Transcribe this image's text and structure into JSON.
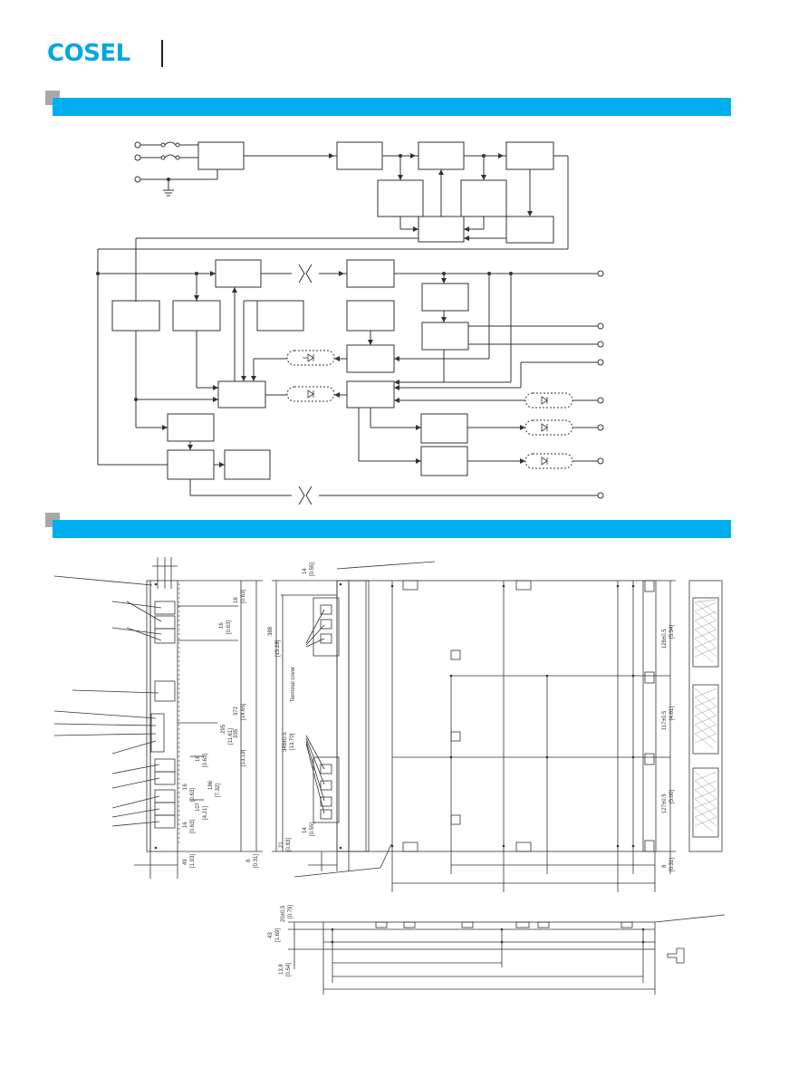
{
  "brand": {
    "name": "COSEL",
    "color": "#00a8e1"
  },
  "colors": {
    "section_bar": "#00aeef",
    "section_tab": "#a8a8a8",
    "line": "#333333"
  },
  "dimensions": {
    "left_view": {
      "d16a": "16",
      "d16a_in": "[0.63]",
      "d16b": "16",
      "d16b_in": "[0.63]",
      "d372": "372",
      "d372_in": "[14.65]",
      "d335": "335",
      "d335_in": "[13.19]",
      "d295": "295",
      "d295_in": "[11.61]",
      "d16c": "16",
      "d16c_in": "[0.63]",
      "d186": "186",
      "d186_in": "[7.32]",
      "d16d": "16",
      "d16d_in": "[0.63]",
      "d107": "107",
      "d107_in": "[4.21]",
      "d16e": "16",
      "d16e_in": "[0.63]",
      "d49": "49",
      "d49_in": "[1.93]",
      "d8": "8",
      "d8_in": "[0.31]"
    },
    "front_view": {
      "d14": "14",
      "d14_in": "[0.55]",
      "d388": "388",
      "d388_in": "[15.28]",
      "d348": "348±0.5",
      "d348_in": "[13.70]",
      "d21": "21",
      "d21_in": "[0.83]",
      "d14b": "14",
      "d14b_in": "[0.55]",
      "terminal_cover": "Terminal cover"
    },
    "right_view": {
      "d128": "128±0.5",
      "d128_in": "[5.04]",
      "d117": "117±0.5",
      "d117_in": "[4.61]",
      "d127": "127±0.5",
      "d127_in": "[5.00]",
      "d8": "8",
      "d8_in": "[0.31]"
    },
    "bottom_view": {
      "d20": "20±0.5",
      "d20_in": "[0.79]",
      "d43": "43",
      "d43_in": "[1.69]",
      "d13": "13.8",
      "d13_in": "[0.54]"
    }
  }
}
